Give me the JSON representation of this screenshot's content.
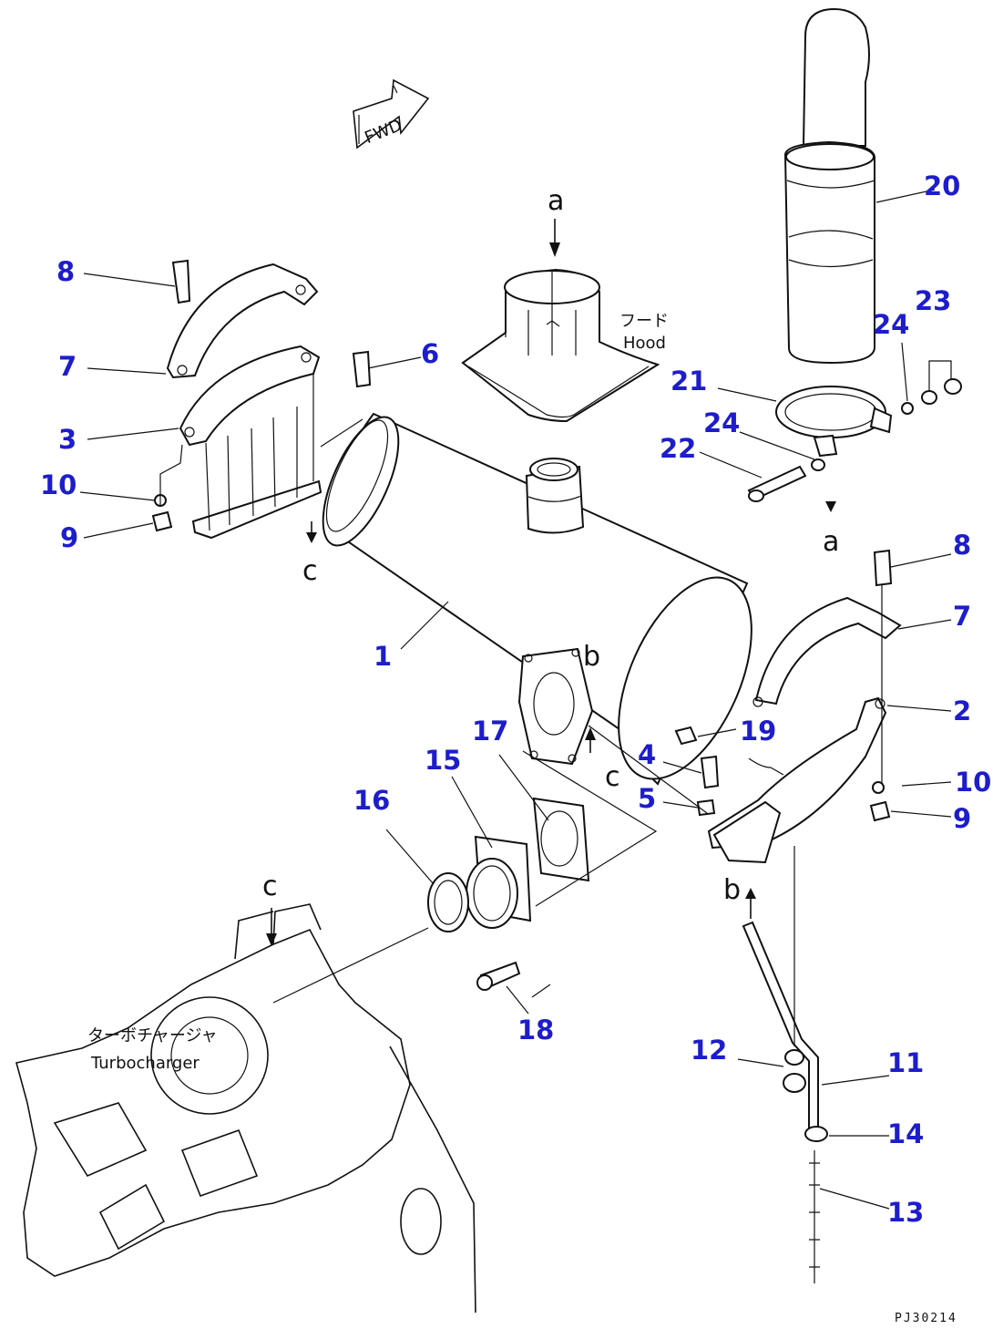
{
  "fwd_mark": "FWD",
  "hood_label_jp": "フード",
  "hood_label_en": "Hood",
  "turbo_label_jp": "ターボチャージャ",
  "turbo_label_en": "Turbocharger",
  "drawing_code": "PJ30214",
  "section_letters": {
    "a_top": "a",
    "a_bottom": "a",
    "b_upper": "b",
    "b_lower": "b",
    "c_left": "c",
    "c_turbo": "c"
  },
  "callouts": {
    "c1": "1",
    "c2": "2",
    "c3": "3",
    "c4": "4",
    "c5": "5",
    "c6": "6",
    "c7_left": "7",
    "c7_right": "7",
    "c8_left": "8",
    "c8_right": "8",
    "c9_left": "9",
    "c9_right": "9",
    "c10_left": "10",
    "c10_right": "10",
    "c11": "11",
    "c12": "12",
    "c13": "13",
    "c14": "14",
    "c15": "15",
    "c16": "16",
    "c17": "17",
    "c18": "18",
    "c19": "19",
    "c20": "20",
    "c21": "21",
    "c22": "22",
    "c23": "23",
    "c24_upper": "24",
    "c24_lower": "24"
  }
}
